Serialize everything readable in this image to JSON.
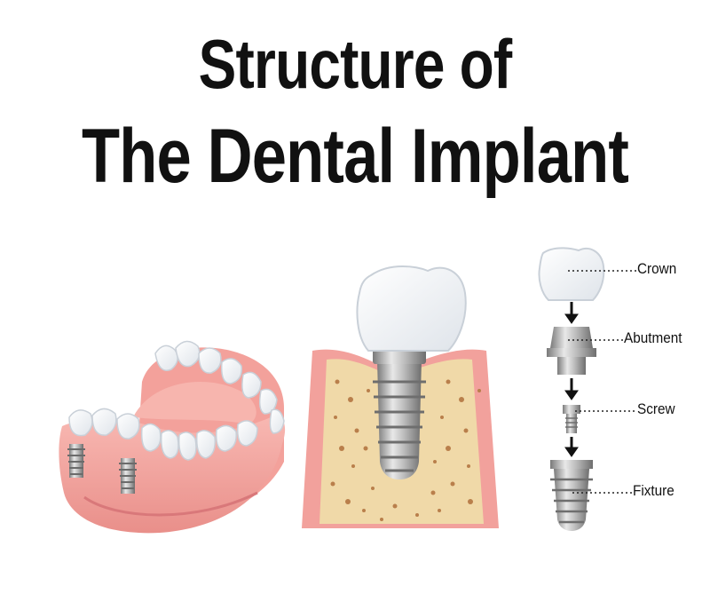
{
  "title": {
    "line1": "Structure of",
    "line2": "The Dental Implant"
  },
  "labels": {
    "crown": "Crown",
    "abutment": "Abutment",
    "screw": "Screw",
    "fixture": "Fixture"
  },
  "colors": {
    "gum": "#f4a6a0",
    "gum_dark": "#e58a86",
    "bone": "#f0d9a8",
    "bone_spot": "#b97f4b",
    "tooth": "#ffffff",
    "metal": "#a9a9a9",
    "arrow": "#111111"
  }
}
